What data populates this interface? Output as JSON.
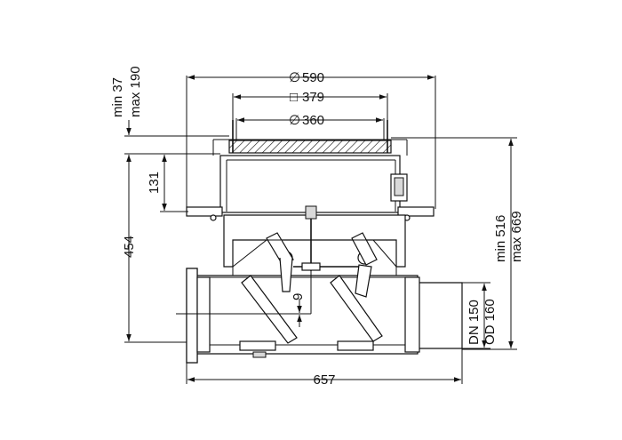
{
  "dimensions": {
    "outer_diameter": "590",
    "square_grate": "379",
    "inner_diameter": "360",
    "extension_min": "min 37",
    "extension_max": "max 190",
    "depth_upper": "131",
    "height_body": "454",
    "total_min": "min 516",
    "total_max": "max 669",
    "pipe_dn": "DN 150",
    "pipe_od": "OD 160",
    "offset": "9",
    "overall_length": "657"
  },
  "symbols": {
    "diameter": "∅",
    "square": "□"
  },
  "colors": {
    "line": "#111111",
    "fill_grey": "#d9d9d9"
  }
}
